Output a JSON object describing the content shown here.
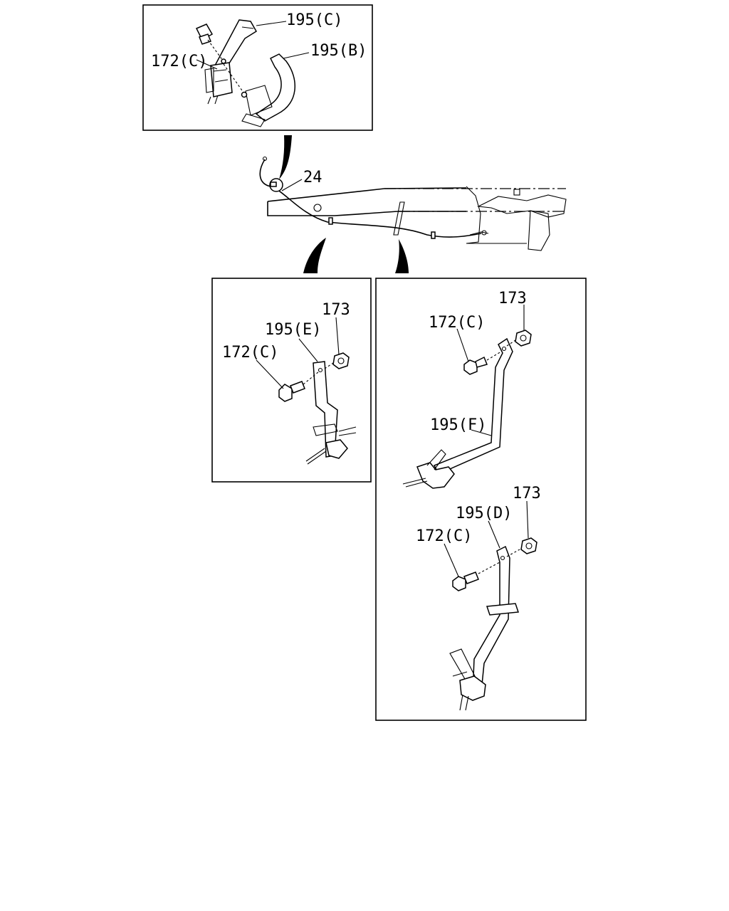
{
  "labels": {
    "top_195c": "195(C)",
    "top_195b": "195(B)",
    "top_172c": "172(C)",
    "frame_24": "24",
    "left_173": "173",
    "left_195e": "195(E)",
    "left_172c": "172(C)",
    "right_173_a": "173",
    "right_172c_a": "172(C)",
    "right_195f": "195(F)",
    "right_173_b": "173",
    "right_195d": "195(D)",
    "right_172c_b": "172(C)"
  }
}
